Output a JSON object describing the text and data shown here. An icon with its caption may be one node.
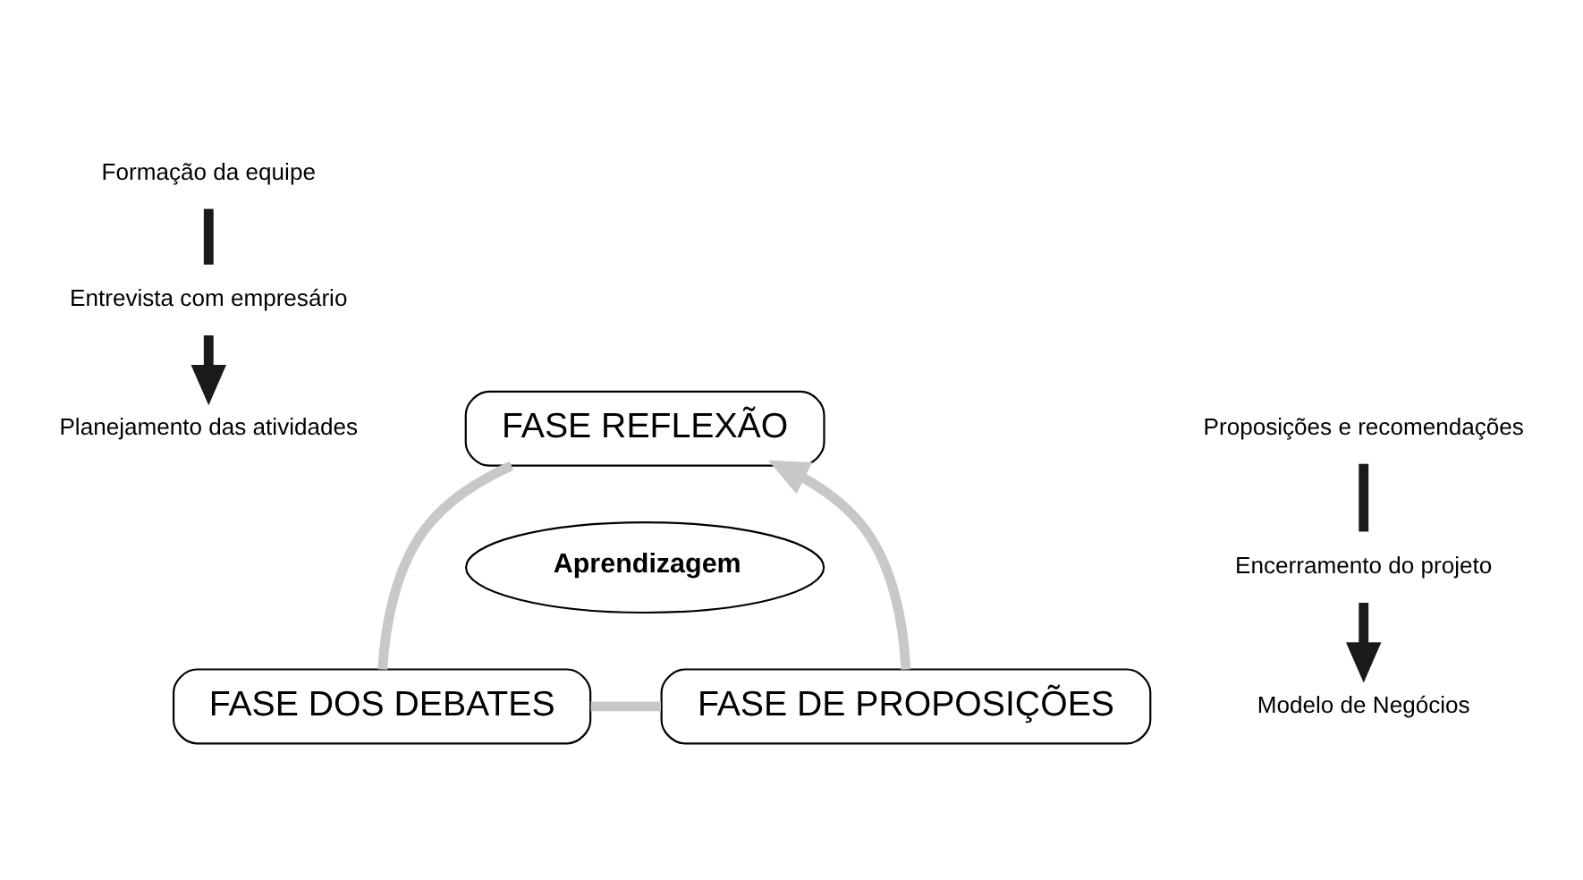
{
  "diagram": {
    "nodes": [
      {
        "text": [
          "Formação da equipe"
        ]
      },
      {
        "text": [
          "Entrevista com empresário"
        ]
      },
      {
        "text": [
          "Planejamento das atividades"
        ]
      },
      {
        "text": [
          "FASE REFLEXÃO"
        ]
      },
      {
        "text": [
          "Aprendizagem"
        ]
      },
      {
        "text": [
          "FASE DE PROPOSIÇÕES"
        ]
      },
      {
        "text": [
          "FASE DOS DEBATES"
        ]
      },
      {
        "text": [
          "Proposições e recomendações"
        ]
      },
      {
        "text": [
          "Encerramento do projeto"
        ]
      },
      {
        "text": [
          "Modelo de Negócios"
        ]
      }
    ],
    "edges": [
      {
        "from": 0,
        "to": 1,
        "arrow": "none"
      },
      {
        "from": 1,
        "to": 2,
        "arrow": "to"
      },
      {
        "from": 3,
        "to": 6,
        "arrow": "none",
        "color": "#c8c8c8"
      },
      {
        "from": 6,
        "to": 5,
        "arrow": "none",
        "color": "#c8c8c8"
      },
      {
        "from": 5,
        "to": 3,
        "arrow": "to",
        "color": "#c8c8c8"
      },
      {
        "from": 7,
        "to": 8,
        "arrow": "none"
      },
      {
        "from": 8,
        "to": 9,
        "arrow": "to"
      }
    ]
  }
}
